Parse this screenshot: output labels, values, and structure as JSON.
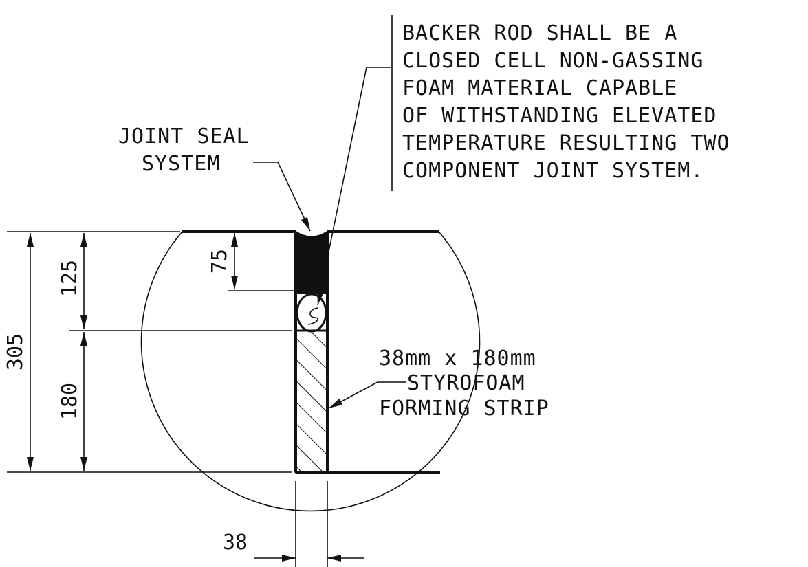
{
  "notes": {
    "backer_rod": [
      "BACKER ROD SHALL BE A",
      "CLOSED CELL NON-GASSING",
      "FOAM MATERIAL CAPABLE",
      "OF WITHSTANDING ELEVATED",
      "TEMPERATURE RESULTING TWO",
      "COMPONENT JOINT SYSTEM."
    ],
    "joint_seal": [
      "JOINT SEAL",
      "SYSTEM"
    ],
    "forming_strip": [
      "38mm x 180mm",
      "STYROFOAM",
      "FORMING STRIP"
    ]
  },
  "dimensions": {
    "total_depth": "305",
    "upper_depth": "125",
    "lower_depth": "180",
    "seal_depth": "75",
    "joint_width": "38"
  },
  "colors": {
    "line": "#111111",
    "background": "#ffffff"
  }
}
